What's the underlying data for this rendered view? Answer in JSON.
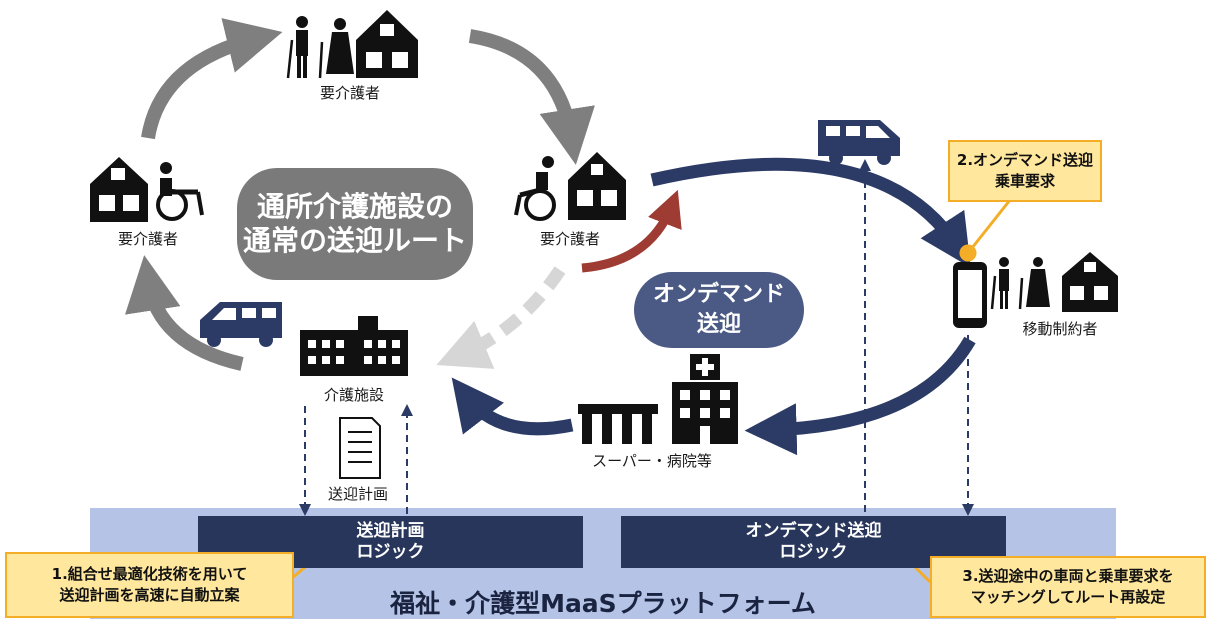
{
  "nodes": {
    "care_recipient_top": "要介護者",
    "care_recipient_left": "要介護者",
    "care_recipient_right": "要介護者",
    "care_facility": "介護施設",
    "mobility_restricted": "移動制約者",
    "supermarket_hospital": "スーパー・病院等",
    "pickup_plan_doc": "送迎計画"
  },
  "routes": {
    "regular_route_line1": "通所介護施設の",
    "regular_route_line2": "通常の送迎ルート",
    "on_demand_line1": "オンデマンド",
    "on_demand_line2": "送迎"
  },
  "logic": {
    "left_line1": "送迎計画",
    "left_line2": "ロジック",
    "right_line1": "オンデマンド送迎",
    "right_line2": "ロジック"
  },
  "platform": {
    "title": "福祉・介護型MaaSプラットフォーム"
  },
  "callouts": {
    "c2_line1": "2.オンデマンド送迎",
    "c2_line2": "乗車要求",
    "c1_line1": "1.組合せ最適化技術を用いて",
    "c1_line2": "送迎計画を高速に自動立案",
    "c3_line1": "3.送迎途中の車両と乗車要求を",
    "c3_line2": "マッチングしてルート再設定"
  },
  "colors": {
    "gray_route": "#7f7f7f",
    "navy_route": "#2c3b66",
    "red_route": "#9e3b33",
    "light_gray_route": "#d6d6d6",
    "platform_bg": "#b5c3e6",
    "callout_bg": "#ffe79e",
    "callout_border": "#f3ad26"
  },
  "icons": [
    "elderly-couple-icon",
    "house-icon",
    "wheelchair-icon",
    "van-icon",
    "facility-building-icon",
    "smartphone-icon",
    "hospital-icon",
    "store-icon",
    "document-icon"
  ]
}
